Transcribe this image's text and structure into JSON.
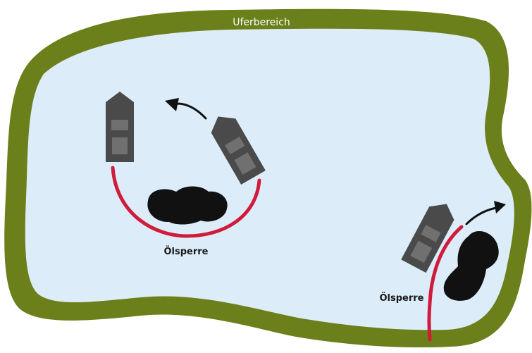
{
  "shore": {
    "label": "Uferbereich"
  },
  "labels": {
    "boom_left": "Ölsperre",
    "boom_right": "Ölsperre"
  },
  "colors": {
    "shore": "#6b7f1a",
    "water": "#dcedf9",
    "boat_hull": "#4a4a4a",
    "boat_cabin": "#707070",
    "boom": "#d01b3a",
    "oil": "#111111",
    "arrow": "#111111"
  }
}
